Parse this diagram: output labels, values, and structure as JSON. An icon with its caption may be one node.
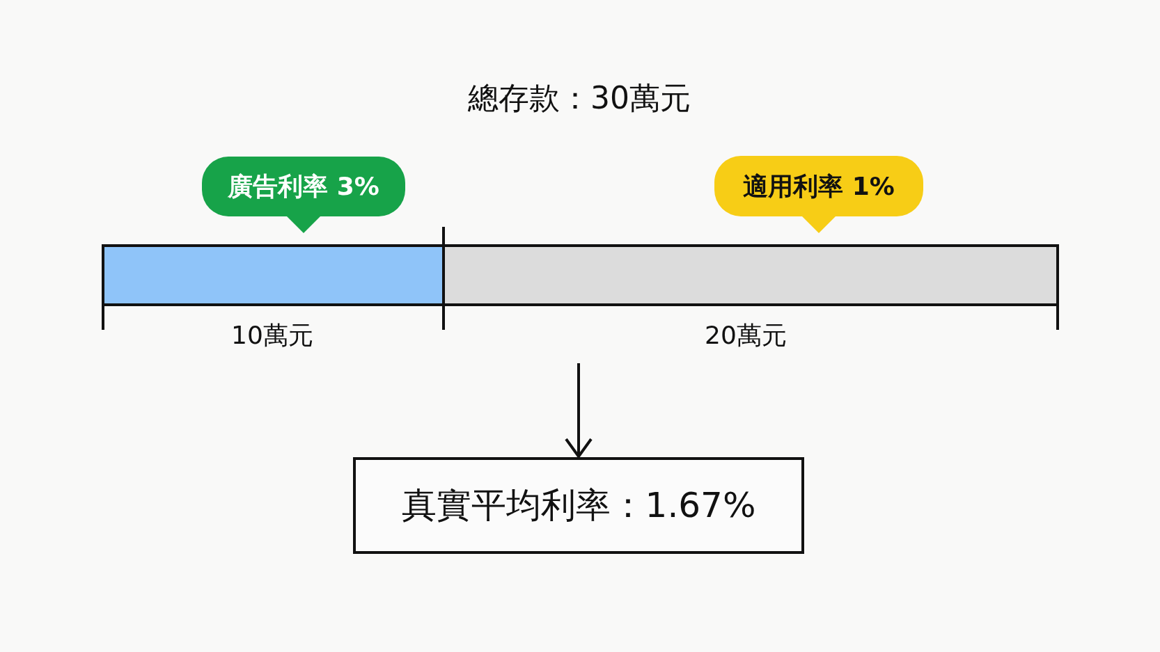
{
  "diagram": {
    "title": "總存款：30萬元",
    "nodes": [
      {
        "text": [
          "廣告利率 3%"
        ]
      },
      {
        "text": [
          "適用利率 1%"
        ]
      },
      {
        "text": [],
        "shape": "bar",
        "beside": [
          "10萬元"
        ]
      },
      {
        "text": [],
        "shape": "bar",
        "beside": [
          "20萬元"
        ]
      },
      {
        "text": [
          "真實平均利率：1.67%"
        ]
      }
    ],
    "edges": [
      {
        "from": null,
        "to": 4,
        "arrow": "to"
      }
    ]
  }
}
